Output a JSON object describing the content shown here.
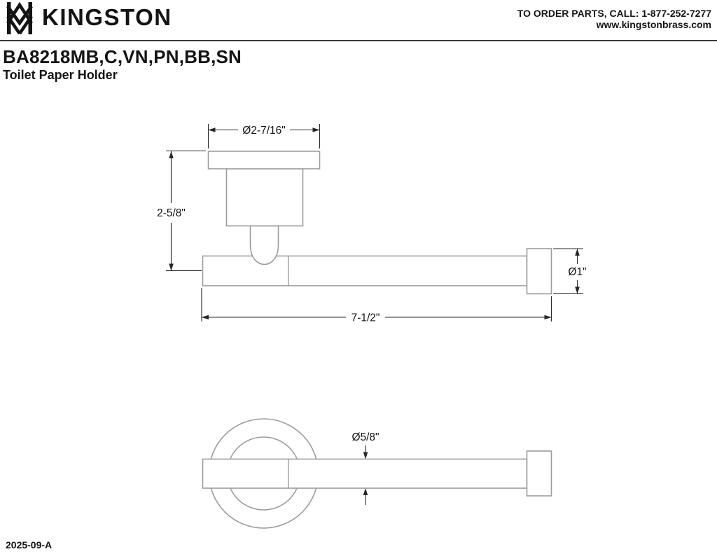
{
  "header": {
    "brand": "KINGSTON",
    "order_line": "TO ORDER PARTS, CALL: 1-877-252-7277",
    "website": "www.kingstonbrass.com"
  },
  "product": {
    "code": "BA8218MB,C,VN,PN,BB,SN",
    "name": "Toilet Paper Holder"
  },
  "drawing": {
    "labels": {
      "flange_diameter": "Ø2-7/16\"",
      "mount_height": "2-5/8\"",
      "overall_length": "7-1/2\"",
      "end_cap_diameter": "Ø1\"",
      "bar_diameter": "Ø5/8\""
    }
  },
  "footer": {
    "revision": "2025-09-A"
  },
  "colors": {
    "background": "#ffffff",
    "part_outline": "#9c9c9c",
    "dimension_lines": "#262626",
    "text": "#111111"
  }
}
